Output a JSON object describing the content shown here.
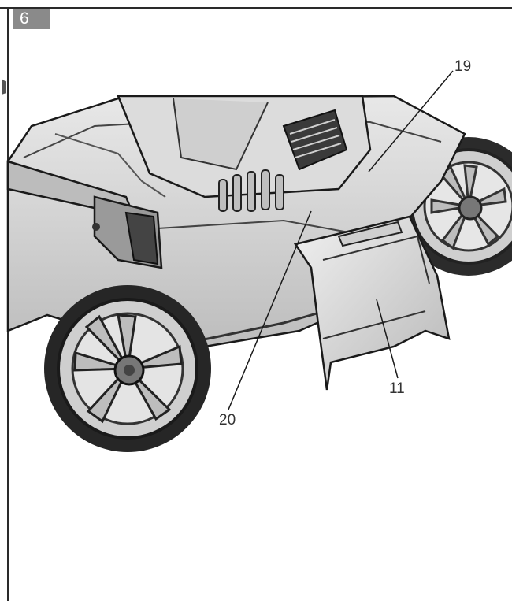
{
  "figure": {
    "number": "6"
  },
  "callouts": {
    "c19": "19",
    "c20": "20",
    "c11": "11"
  },
  "colors": {
    "frame": "#2a2a2a",
    "badge": "#8a8a8a",
    "line": "#1a1a1a",
    "body": "#d9d9d9"
  }
}
